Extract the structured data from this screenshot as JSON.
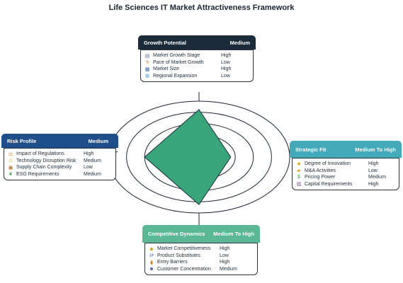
{
  "title": "Life Sciences IT Market Attractiveness Framework",
  "panels": {
    "growth": {
      "header": "Growth Potential",
      "rating": "Medium",
      "color": "#1b2b3a",
      "items": [
        {
          "label": "Market Growth Stage",
          "value": "High",
          "icon": "chart-icon"
        },
        {
          "label": "Pace of Market Growth",
          "value": "Low",
          "icon": "lightning-icon"
        },
        {
          "label": "Market Size",
          "value": "High",
          "icon": "grid-icon"
        },
        {
          "label": "Regional Expansion",
          "value": "Low",
          "icon": "globe-icon"
        }
      ]
    },
    "risk": {
      "header": "Risk Profile",
      "rating": "Medium",
      "color": "#1f4f8a",
      "items": [
        {
          "label": "Impact of Regulations",
          "value": "High",
          "icon": "scale-icon"
        },
        {
          "label": "Technology Disruption  Risk",
          "value": "Medium",
          "icon": "warning-icon"
        },
        {
          "label": "Supply Chain Complexity",
          "value": "Low",
          "icon": "boxes-icon"
        },
        {
          "label": "ESG Requirements",
          "value": "Medium",
          "icon": "leaf-icon"
        }
      ]
    },
    "strategic": {
      "header": "Strategic Fit",
      "rating": "Medium To High",
      "color": "#44a9b8",
      "items": [
        {
          "label": "Degree of Innovation",
          "value": "High",
          "icon": "lightbulb-icon"
        },
        {
          "label": "M&A Activities",
          "value": "Low",
          "icon": "handshake-icon"
        },
        {
          "label": "Pricing Power",
          "value": "Medium",
          "icon": "dollar-icon"
        },
        {
          "label": "Capital Requirements",
          "value": "High",
          "icon": "building-icon"
        }
      ]
    },
    "competitive": {
      "header": "Competitive Dynamics",
      "rating": "Medium To High",
      "color": "#5bb894",
      "items": [
        {
          "label": "Market Competitiveness",
          "value": "High",
          "icon": "tag-icon"
        },
        {
          "label": "Product Substitutes",
          "value": "Low",
          "icon": "swap-icon"
        },
        {
          "label": "Entry Barriers",
          "value": "High",
          "icon": "lock-icon"
        },
        {
          "label": "Customer Concentration",
          "value": "Medium",
          "icon": "people-icon"
        }
      ]
    }
  },
  "radar": {
    "rings": 5,
    "fill": "#3aa57a",
    "scores": {
      "growth": 0.85,
      "risk": 0.6,
      "strategic": 0.35,
      "competitive": 0.85
    }
  }
}
